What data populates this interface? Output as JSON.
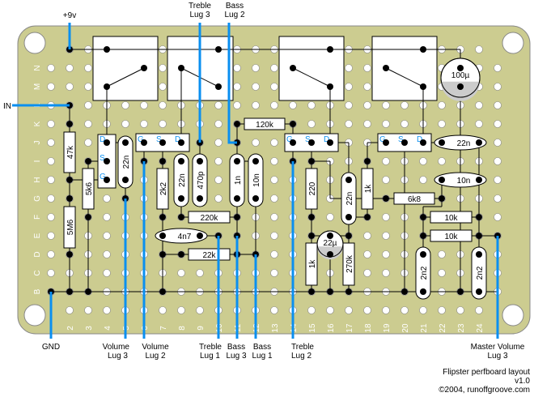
{
  "title": "Flipster perfboard layout",
  "version": "v1.0",
  "copyright": "©2004, runoffgroove.com",
  "colors": {
    "board": "#cccc90",
    "wire": "#0a8ff0",
    "trace": "#000000",
    "component": "#ffffff",
    "electrolytic_band": "#cccccc"
  },
  "row_labels": [
    "N",
    "M",
    "L",
    "K",
    "J",
    "I",
    "H",
    "G",
    "F",
    "E",
    "D",
    "C",
    "B"
  ],
  "column_labels": [
    "2",
    "3",
    "4",
    "5",
    "6",
    "7",
    "8",
    "9",
    "10",
    "11",
    "12",
    "13",
    "14",
    "15",
    "16",
    "17",
    "18",
    "19",
    "20",
    "21",
    "22",
    "23",
    "24"
  ],
  "connections": {
    "top": [
      {
        "id": "9v",
        "lines": [
          "+9v"
        ]
      },
      {
        "id": "treble3",
        "lines": [
          "Treble",
          "Lug 3"
        ]
      },
      {
        "id": "bass2",
        "lines": [
          "Bass",
          "Lug 2"
        ]
      }
    ],
    "input": "IN",
    "bottom": [
      {
        "id": "gnd",
        "lines": [
          "GND"
        ]
      },
      {
        "id": "vol3",
        "lines": [
          "Volume",
          "Lug 3"
        ]
      },
      {
        "id": "vol2",
        "lines": [
          "Volume",
          "Lug 2"
        ]
      },
      {
        "id": "treble1",
        "lines": [
          "Treble",
          "Lug 1"
        ]
      },
      {
        "id": "bass3",
        "lines": [
          "Bass",
          "Lug 3"
        ]
      },
      {
        "id": "bass1",
        "lines": [
          "Bass",
          "Lug 1"
        ]
      },
      {
        "id": "treble2",
        "lines": [
          "Treble",
          "Lug 2"
        ]
      },
      {
        "id": "master3",
        "lines": [
          "Master Volume",
          "Lug 3"
        ]
      }
    ]
  },
  "resistors": [
    "47k",
    "5k6",
    "5M6",
    "2k2",
    "220",
    "1k",
    "1k",
    "270k",
    "120k",
    "220k",
    "22k",
    "6k8",
    "10k",
    "10k"
  ],
  "capacitors": [
    "22n",
    "22n",
    "470p",
    "1n",
    "10n",
    "22n",
    "2n2",
    "2n2",
    "4n7",
    "22n",
    "10n"
  ],
  "electrolytics": [
    "100µ",
    "22µ"
  ],
  "jfet_pins": [
    "D",
    "S",
    "G"
  ]
}
